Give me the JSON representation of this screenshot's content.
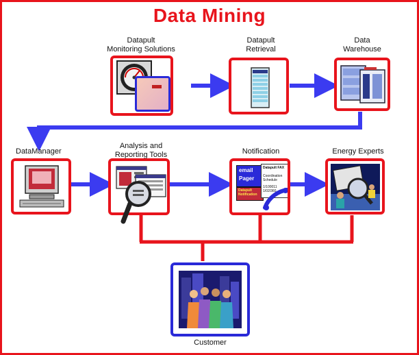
{
  "title": "Data Mining",
  "nodes": {
    "monitoring": {
      "label": "Datapult\nMonitoring Solutions"
    },
    "retrieval": {
      "label": "Datapult\nRetrieval"
    },
    "warehouse": {
      "label": "Data\nWarehouse"
    },
    "datamanager": {
      "label": "DataManager"
    },
    "analysis": {
      "label": "Analysis and\nReporting Tools"
    },
    "notification": {
      "label": "Notification",
      "email_text": "email",
      "pager_text": "Pager",
      "datapult_text": "Datapult\nNotification",
      "fax_text": "Datapult FAX",
      "schedule_text": "Coordination\nSchedule",
      "numbers_text": "1/100011\n1/02/360"
    },
    "experts": {
      "label": "Energy Experts"
    },
    "customer": {
      "label": "Customer"
    }
  },
  "colors": {
    "red": "#e8141c",
    "blue": "#2a2ad8",
    "arrow_blue": "#3b3bf0"
  }
}
